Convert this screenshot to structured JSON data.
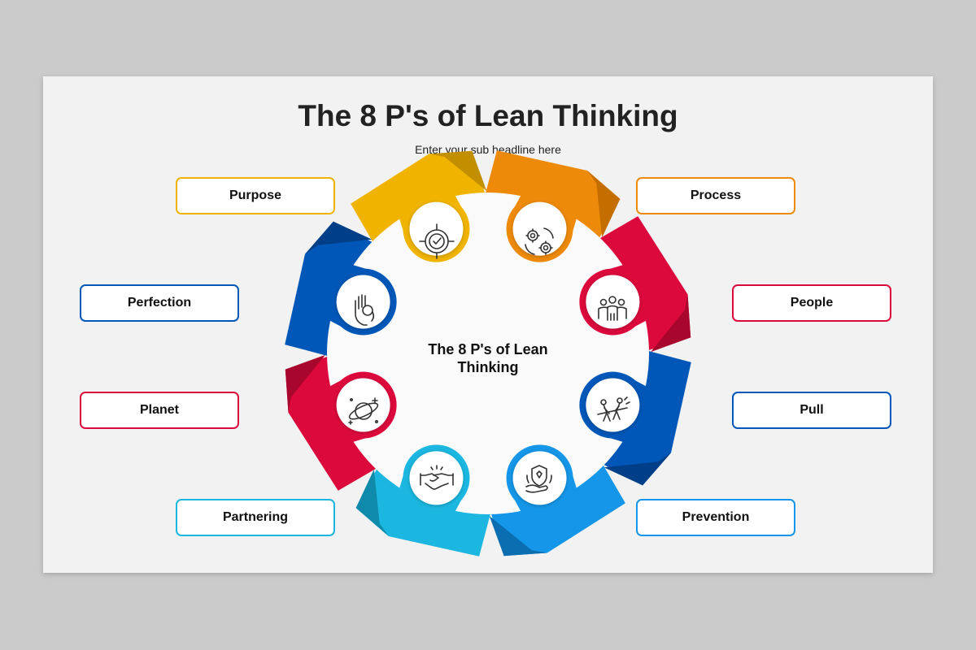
{
  "title": "The 8 P's of Lean Thinking",
  "subtitle": "Enter your sub headline here",
  "center_label": "The 8 P's of Lean Thinking",
  "items": [
    {
      "label": "Purpose",
      "color": "#f0b400",
      "dark": "#c28f00",
      "icon": "target-check-icon"
    },
    {
      "label": "Process",
      "color": "#ee8a0a",
      "dark": "#c46e00",
      "icon": "gears-cycle-icon"
    },
    {
      "label": "People",
      "color": "#dc0a3c",
      "dark": "#a8062c",
      "icon": "people-group-icon"
    },
    {
      "label": "Pull",
      "color": "#0057b8",
      "dark": "#003f88",
      "icon": "tug-of-war-icon"
    },
    {
      "label": "Prevention",
      "color": "#1596e8",
      "dark": "#0b6eb0",
      "icon": "shield-hand-icon"
    },
    {
      "label": "Partnering",
      "color": "#1bb7e0",
      "dark": "#0f8aaa",
      "icon": "handshake-icon"
    },
    {
      "label": "Planet",
      "color": "#dc0a3c",
      "dark": "#a8062c",
      "icon": "planet-icon"
    },
    {
      "label": "Perfection",
      "color": "#0057b8",
      "dark": "#003f88",
      "icon": "ok-hand-icon"
    }
  ]
}
